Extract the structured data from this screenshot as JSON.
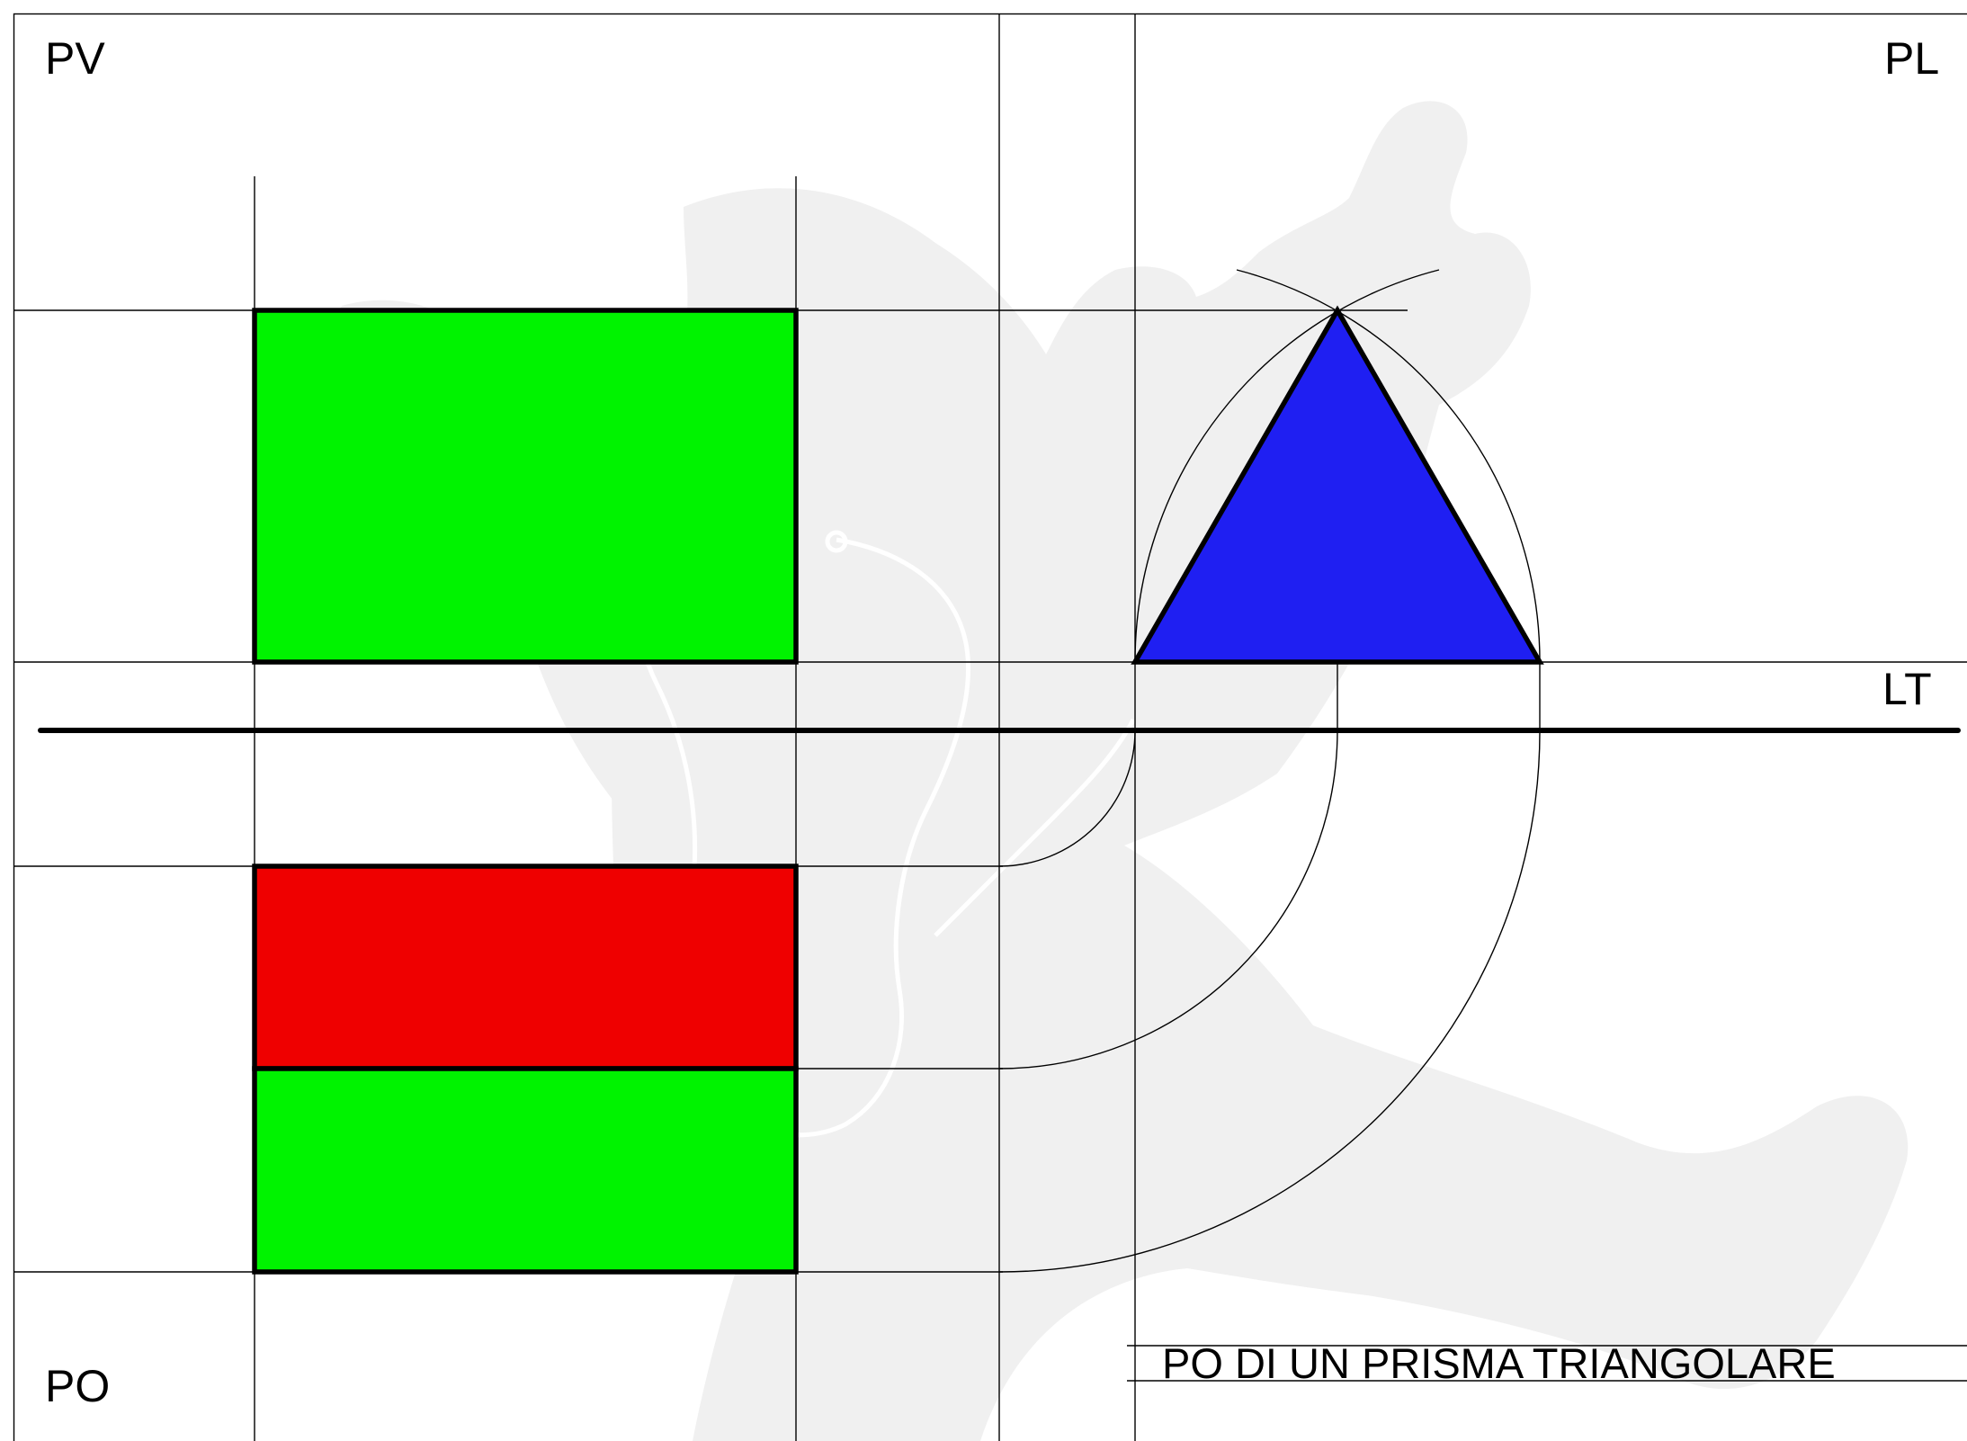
{
  "labels": {
    "pv": "PV",
    "pl": "PL",
    "lt": "LT",
    "po": "PO",
    "title": "PO DI UN PRISMA TRIANGOLARE"
  },
  "colors": {
    "front_face": "#00f300",
    "top_face_upper": "#ef0000",
    "top_face_lower": "#00f300",
    "side_triangle": "#1f1ff2",
    "watermark": "#f0f0f0",
    "line": "#000000"
  },
  "icons": {
    "watermark": "cartoon-figure-watermark"
  }
}
